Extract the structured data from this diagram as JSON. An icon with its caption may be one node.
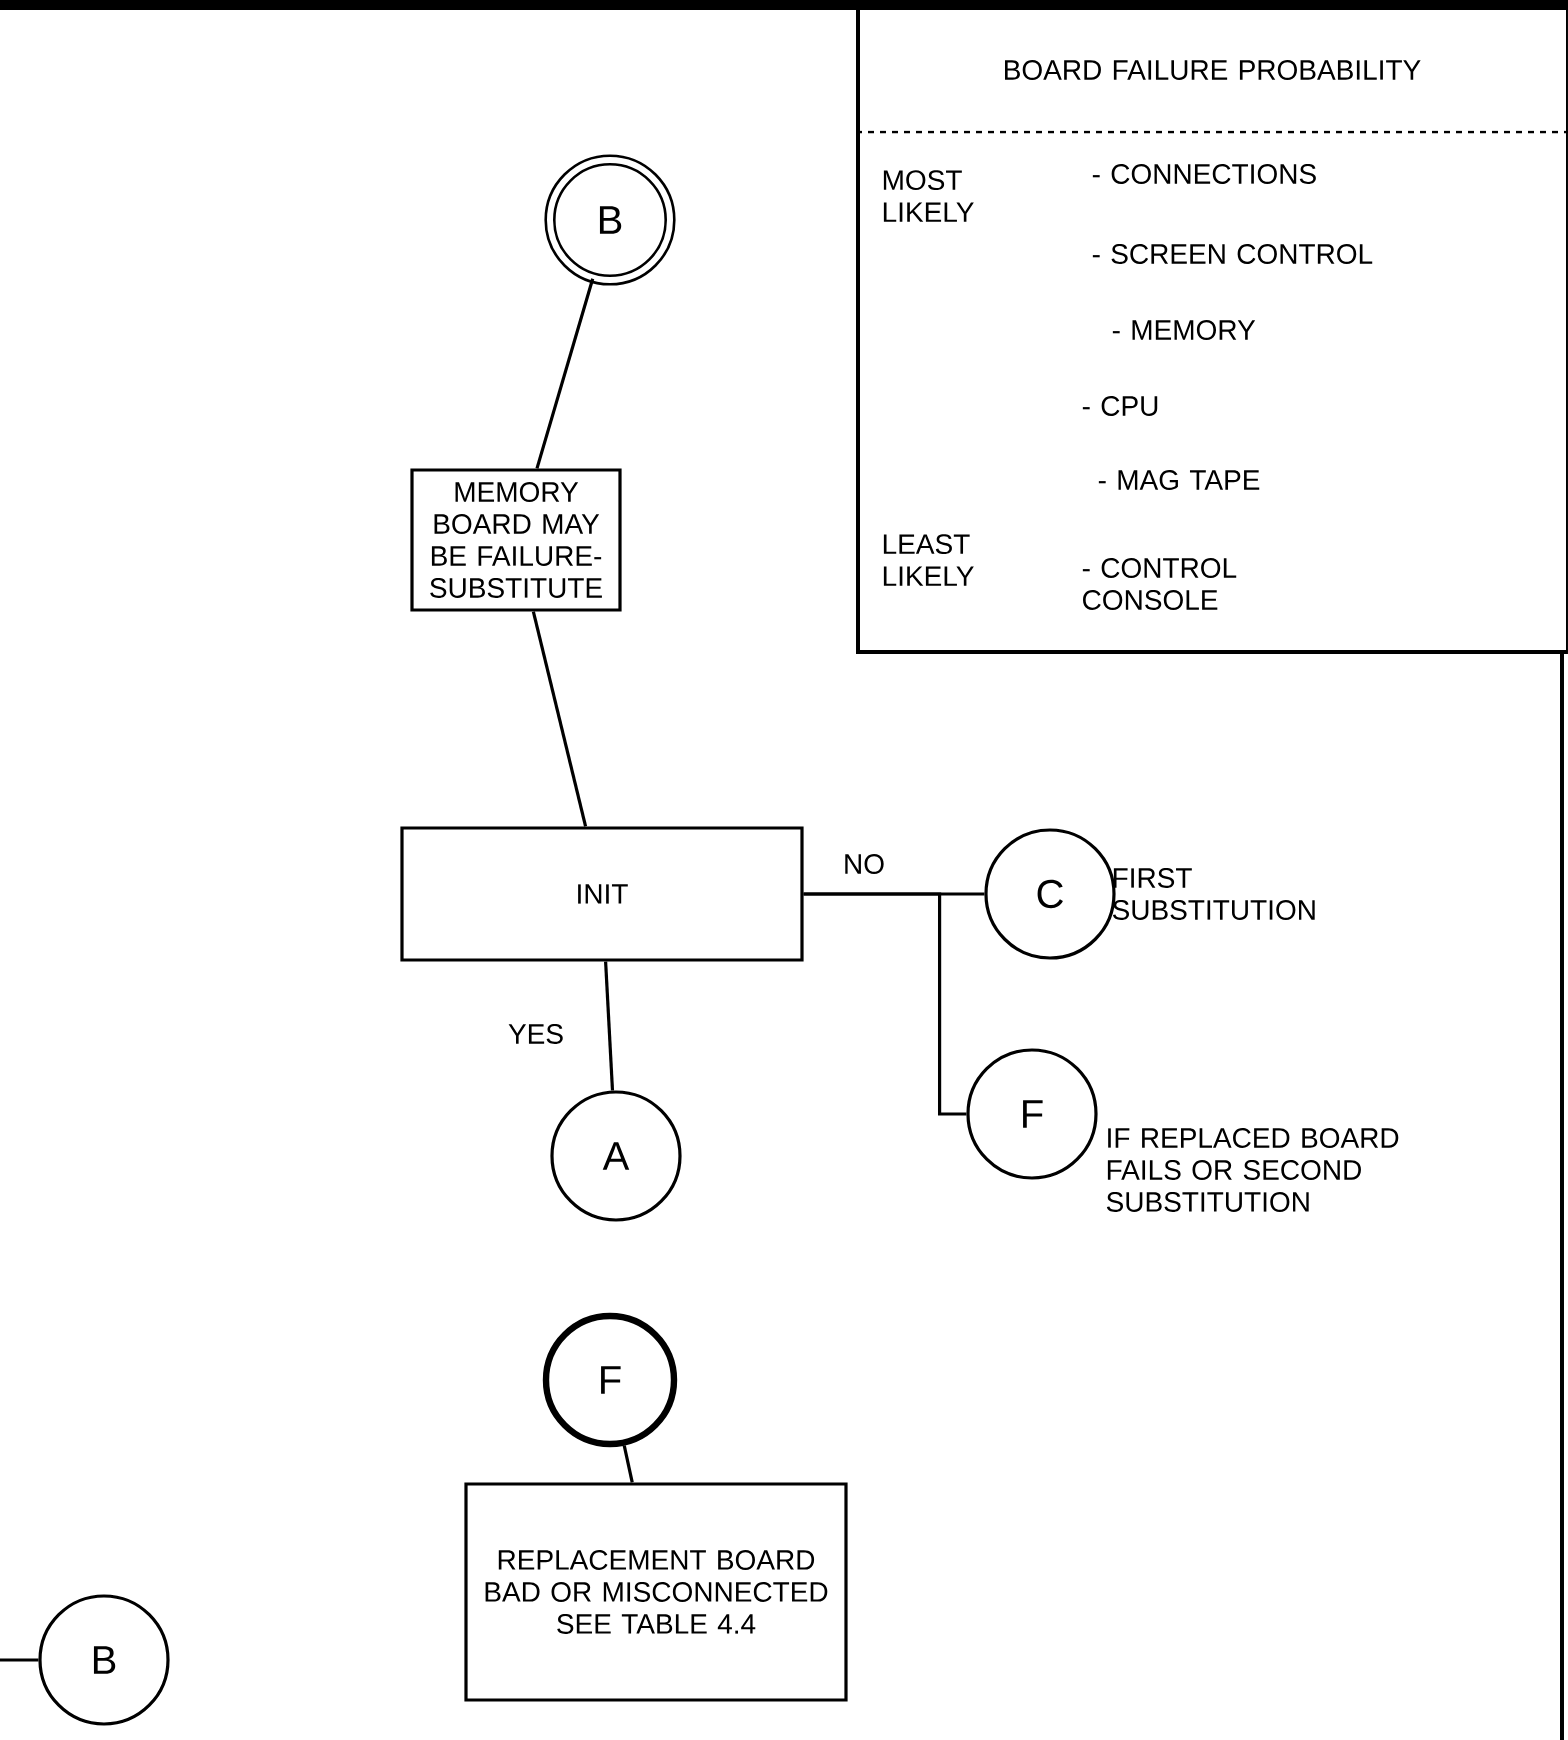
{
  "diagram": {
    "nodes": [
      {
        "text": [
          "B"
        ]
      },
      {
        "text": [
          "MEMORY BOARD MAY BE FAILURE- SUBSTITUTE"
        ]
      },
      {
        "text": [
          "INIT"
        ]
      },
      {
        "text": [
          "C"
        ],
        "beside": [
          "FIRST SUBSTITUTION"
        ]
      },
      {
        "text": [
          "F"
        ],
        "beside": [
          "IF REPLACED BOARD FAILS OR SECOND SUBSTITUTION"
        ]
      },
      {
        "text": [
          "A"
        ]
      },
      {
        "text": [
          "F"
        ]
      },
      {
        "text": [
          "REPLACEMENT BOARD BAD OR MISCONNECTED SEE TABLE 4.4"
        ]
      },
      {
        "text": [
          "B"
        ]
      },
      {
        "text": [
          "BOARD FAILURE PROBABILITY",
          "MOST LIKELY",
          "- CONNECTIONS",
          "- SCREEN CONTROL",
          "- MEMORY",
          "- CPU",
          "- MAG TAPE",
          "LEAST LIKELY",
          "- CONTROL CONSOLE"
        ]
      }
    ],
    "edges": [
      {
        "from": 0,
        "to": 1,
        "arrow": "none"
      },
      {
        "from": 1,
        "to": 2,
        "arrow": "none"
      },
      {
        "from": 2,
        "to": 3,
        "arrow": "none",
        "label": "NO"
      },
      {
        "from": 2,
        "to": 4,
        "arrow": "none"
      },
      {
        "from": 2,
        "to": 5,
        "arrow": "none",
        "label": "YES"
      },
      {
        "from": 6,
        "to": 7,
        "arrow": "none"
      },
      {
        "from": null,
        "to": 8,
        "arrow": "none"
      }
    ]
  }
}
